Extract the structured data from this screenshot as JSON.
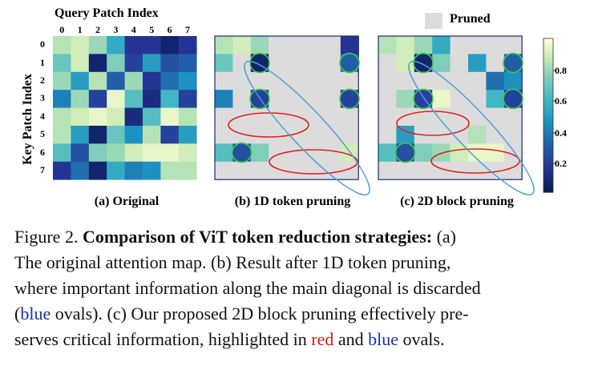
{
  "figure": {
    "x_axis_title": "Query Patch Index",
    "y_axis_title": "Key Patch Index",
    "tick_labels": [
      "0",
      "1",
      "2",
      "3",
      "4",
      "5",
      "6",
      "7"
    ],
    "legend_pruned": "Pruned",
    "panels": [
      {
        "label": "(a) Original"
      },
      {
        "label": "(b) 1D token pruning"
      },
      {
        "label": "(c) 2D block pruning"
      }
    ],
    "colorbar_ticks": [
      "0.8",
      "0.6",
      "0.4",
      "0.2"
    ],
    "colors": {
      "pruned": "#dcdcdc",
      "red_oval": "#e02020",
      "green_circle": "#3ecf3e",
      "blue_oval": "#4a9fd0"
    }
  },
  "chart_data": {
    "type": "heatmap",
    "title": "",
    "xlabel": "Query Patch Index",
    "ylabel": "Key Patch Index",
    "x": [
      0,
      1,
      2,
      3,
      4,
      5,
      6,
      7
    ],
    "y": [
      0,
      1,
      2,
      3,
      4,
      5,
      6,
      7
    ],
    "value_range": [
      0,
      1
    ],
    "colorbar_ticks": [
      0.2,
      0.4,
      0.6,
      0.8
    ],
    "values": [
      [
        0.85,
        0.9,
        0.8,
        0.55,
        0.15,
        0.15,
        0.05,
        0.15
      ],
      [
        0.7,
        0.9,
        0.05,
        0.75,
        0.2,
        0.5,
        0.25,
        0.3
      ],
      [
        0.8,
        0.5,
        0.85,
        0.3,
        0.8,
        0.15,
        0.35,
        0.45
      ],
      [
        0.4,
        0.8,
        0.2,
        0.95,
        0.65,
        0.1,
        0.6,
        0.2
      ],
      [
        0.85,
        0.9,
        0.95,
        0.9,
        0.1,
        0.65,
        0.95,
        0.85
      ],
      [
        0.85,
        0.5,
        0.05,
        0.7,
        0.45,
        0.85,
        0.2,
        0.5
      ],
      [
        0.65,
        0.25,
        0.75,
        0.8,
        0.9,
        0.95,
        0.95,
        0.9
      ],
      [
        0.15,
        0.35,
        0.05,
        0.55,
        0.4,
        0.45,
        0.85,
        0.85
      ]
    ],
    "pruned_1d": [
      [
        false,
        false,
        false,
        true,
        true,
        true,
        true,
        false
      ],
      [
        false,
        true,
        false,
        true,
        true,
        true,
        true,
        false
      ],
      [
        true,
        true,
        true,
        true,
        true,
        true,
        true,
        true
      ],
      [
        false,
        true,
        false,
        true,
        true,
        true,
        true,
        false
      ],
      [
        true,
        true,
        true,
        true,
        true,
        true,
        true,
        true
      ],
      [
        true,
        true,
        true,
        true,
        true,
        true,
        true,
        true
      ],
      [
        false,
        false,
        false,
        true,
        true,
        true,
        true,
        false
      ],
      [
        true,
        true,
        true,
        true,
        true,
        true,
        true,
        true
      ]
    ],
    "pruned_2d": [
      [
        false,
        false,
        false,
        false,
        true,
        true,
        true,
        true
      ],
      [
        true,
        false,
        false,
        false,
        true,
        false,
        true,
        false
      ],
      [
        true,
        true,
        true,
        true,
        true,
        true,
        false,
        false
      ],
      [
        true,
        false,
        false,
        false,
        true,
        true,
        false,
        false
      ],
      [
        true,
        true,
        true,
        true,
        true,
        true,
        true,
        true
      ],
      [
        true,
        false,
        true,
        true,
        true,
        false,
        true,
        true
      ],
      [
        false,
        false,
        false,
        false,
        false,
        false,
        false,
        true
      ],
      [
        true,
        true,
        true,
        true,
        true,
        true,
        true,
        true
      ]
    ]
  },
  "caption": {
    "lines": [
      [
        {
          "t": "Figure 2.  "
        },
        {
          "t": "Comparison of ViT token reduction strategies:",
          "b": true
        },
        {
          "t": " (a)"
        }
      ],
      [
        {
          "t": "The original attention map.  (b) Result after 1D token pruning,"
        }
      ],
      [
        {
          "t": "where important information along the main diagonal is discarded"
        }
      ],
      [
        {
          "t": "("
        },
        {
          "t": "blue",
          "c": "blue"
        },
        {
          "t": " ovals).  (c) Our proposed 2D block pruning effectively pre-"
        }
      ],
      [
        {
          "t": "serves critical information, highlighted in "
        },
        {
          "t": "red",
          "c": "red"
        },
        {
          "t": " and "
        },
        {
          "t": "blue",
          "c": "blue"
        },
        {
          "t": " ovals."
        }
      ]
    ]
  }
}
